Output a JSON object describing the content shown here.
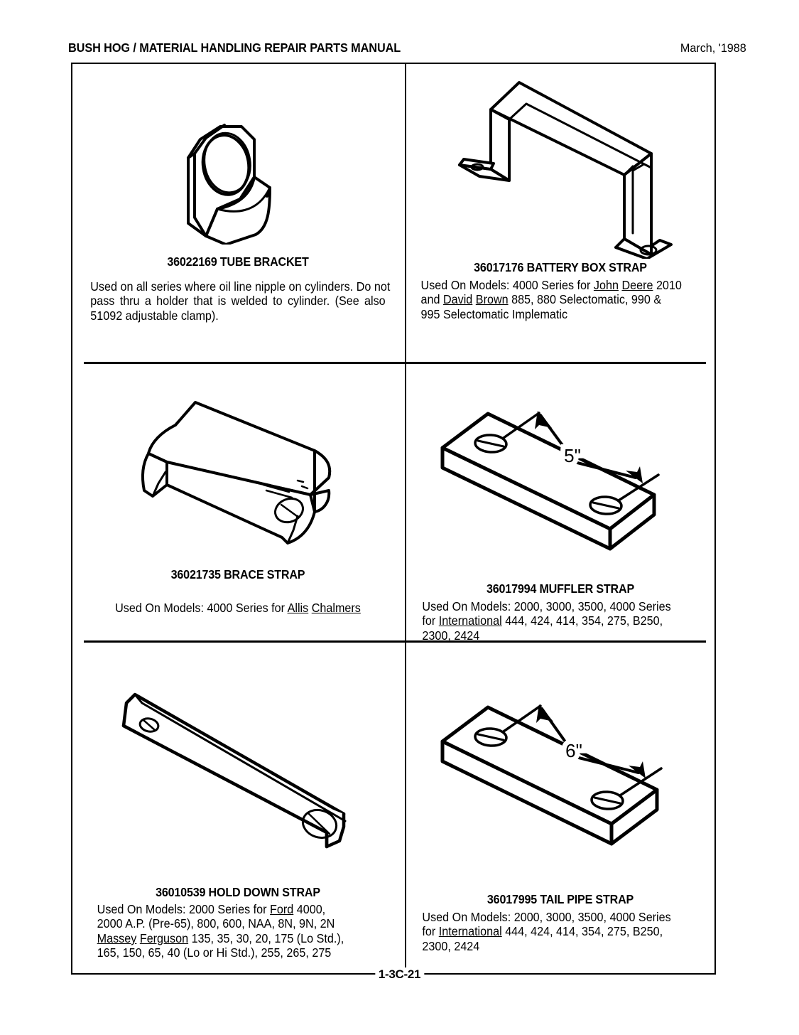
{
  "header": {
    "title": "BUSH HOG / MATERIAL HANDLING REPAIR PARTS MANUAL",
    "date": "March, '1988"
  },
  "footer": {
    "page_number": "1-3C-21"
  },
  "panels": [
    {
      "id": "tube-bracket",
      "part_number": "36022169",
      "part_name": "TUBE BRACKET",
      "title": "36022169 TUBE BRACKET",
      "description_lines": [
        "Used on all series where oil line nipple on cylinders. Do not",
        "pass thru a holder that is welded to cylinder. (See also",
        "51092 adjustable clamp)."
      ],
      "figure": "tube-bracket-drawing",
      "dimension_label": ""
    },
    {
      "id": "battery-box-strap",
      "part_number": "36017176",
      "part_name": "BATTERY BOX STRAP",
      "title": "36017176 BATTERY BOX STRAP",
      "description_lines": [
        "Used On Models:  4000 Series for John Deere 2010",
        "and David Brown 885, 880 Selectomatic, 990 &",
        "995 Selectomatic Implematic"
      ],
      "underlined_terms": [
        "John Deere",
        "David Brown"
      ],
      "figure": "battery-box-strap-drawing",
      "dimension_label": ""
    },
    {
      "id": "brace-strap",
      "part_number": "36021735",
      "part_name": "BRACE STRAP",
      "title": "36021735 BRACE STRAP",
      "description_lines": [
        "Used On Models:  4000 Series for Allis Chalmers"
      ],
      "underlined_terms": [
        "Allis Chalmers"
      ],
      "figure": "brace-strap-drawing",
      "dimension_label": ""
    },
    {
      "id": "muffler-strap",
      "part_number": "36017994",
      "part_name": "MUFFLER STRAP",
      "title": "36017994 MUFFLER STRAP",
      "description_lines": [
        "Used On Models: 2000, 3000, 3500, 4000 Series",
        "for International 444, 424, 414, 354, 275, B250,",
        "2300, 2424"
      ],
      "underlined_terms": [
        "International"
      ],
      "figure": "muffler-strap-drawing",
      "dimension_label": "5\""
    },
    {
      "id": "hold-down-strap",
      "part_number": "36010539",
      "part_name": "HOLD DOWN STRAP",
      "title": "36010539 HOLD DOWN STRAP",
      "description_lines": [
        "Used On Models:  2000 Series for Ford 4000,",
        "2000 A.P. (Pre-65), 800, 600, NAA, 8N, 9N, 2N",
        "Massey Ferguson 135, 35, 30, 20, 175 (Lo Std.),",
        "165, 150, 65, 40 (Lo or Hi Std.), 255, 265, 275"
      ],
      "underlined_terms": [
        "Ford",
        "Massey Ferguson"
      ],
      "figure": "hold-down-strap-drawing",
      "dimension_label": ""
    },
    {
      "id": "tail-pipe-strap",
      "part_number": "36017995",
      "part_name": "TAIL PIPE STRAP",
      "title": "36017995 TAIL PIPE STRAP",
      "description_lines": [
        "Used On Models:  2000, 3000, 3500, 4000 Series",
        "for International 444, 424, 414, 354, 275, B250,",
        "2300, 2424"
      ],
      "underlined_terms": [
        "International"
      ],
      "figure": "tail-pipe-strap-drawing",
      "dimension_label": "6\""
    }
  ],
  "text_fragments": {
    "tube_l1a": "Used on all series where oil line nipple on cylinders. Do not",
    "tube_l2_words": [
      "pass",
      "thru",
      "a",
      "holder",
      "that",
      "is",
      "welded",
      "to",
      "cylinder.",
      "(See",
      "also"
    ],
    "tube_l3": "51092 adjustable clamp).",
    "battery_l1_pre": "Used On Models:  4000 Series for ",
    "battery_l1_u1": "John",
    "battery_l1_mid": " ",
    "battery_l1_u2": "Deere",
    "battery_l1_post": " 2010",
    "battery_l2_pre": "and ",
    "battery_l2_u1": "David",
    "battery_l2_u2": "Brown",
    "battery_l2_post": " 885, 880 Selectomatic, 990 &",
    "battery_l3": "995 Selectomatic Implematic",
    "brace_l1_pre": "Used On Models:  4000 Series for ",
    "brace_l1_u1": "Allis",
    "brace_l1_u2": "Chalmers",
    "muffler_l1": "Used On Models: 2000, 3000, 3500, 4000 Series",
    "muffler_l2_pre": "for ",
    "muffler_l2_u": "International",
    "muffler_l2_post": " 444, 424, 414, 354, 275, B250,",
    "muffler_l3": "2300, 2424",
    "hold_l1_pre": "Used On Models:  2000 Series for ",
    "hold_l1_u": "Ford",
    "hold_l1_post": " 4000,",
    "hold_l2": "2000 A.P. (Pre-65), 800, 600, NAA, 8N, 9N, 2N",
    "hold_l3_u1": "Massey",
    "hold_l3_u2": "Ferguson",
    "hold_l3_post": " 135, 35, 30, 20, 175 (Lo Std.),",
    "hold_l4": "165, 150, 65, 40 (Lo or Hi Std.), 255, 265, 275",
    "tail_l1": "Used On Models:  2000, 3000, 3500, 4000 Series",
    "tail_l2_pre": "for ",
    "tail_l2_u": "International",
    "tail_l2_post": " 444, 424, 414, 354, 275, B250,",
    "tail_l3": "2300, 2424"
  },
  "colors": {
    "ink": "#000000",
    "paper": "#ffffff"
  }
}
